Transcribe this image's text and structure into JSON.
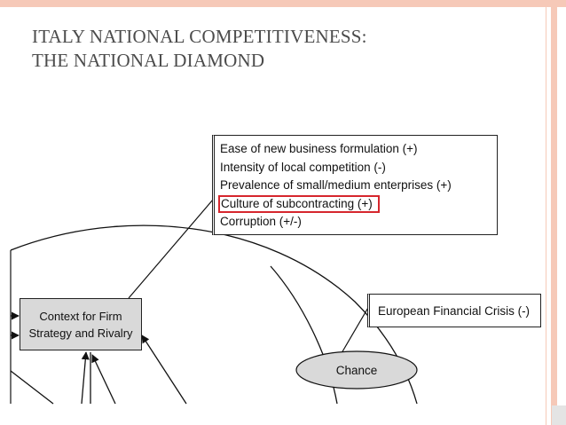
{
  "slide": {
    "title_lines": [
      "ITALY NATIONAL COMPETITIVENESS:",
      "THE NATIONAL DIAMOND"
    ]
  },
  "factors": {
    "items": [
      "Ease of new business formulation (+)",
      "Intensity of local competition (-)",
      "Prevalence of small/medium enterprises (+)",
      "Culture of subcontracting (+)",
      "Corruption (+/-)"
    ],
    "highlighted_item": "Culture of subcontracting (+)"
  },
  "context_node": {
    "lines": [
      "Context for Firm",
      "Strategy and Rivalry"
    ]
  },
  "chance_node": {
    "label": "Chance"
  },
  "external_factor": {
    "label": "European Financial Crisis (-)"
  },
  "colors": {
    "title_text": "#4b4b4b",
    "slide_accent": "#f6c9b8",
    "context_fill": "#d9d9d9",
    "highlight_border": "#d6262d",
    "chance_fill": "#d9d9d9"
  }
}
